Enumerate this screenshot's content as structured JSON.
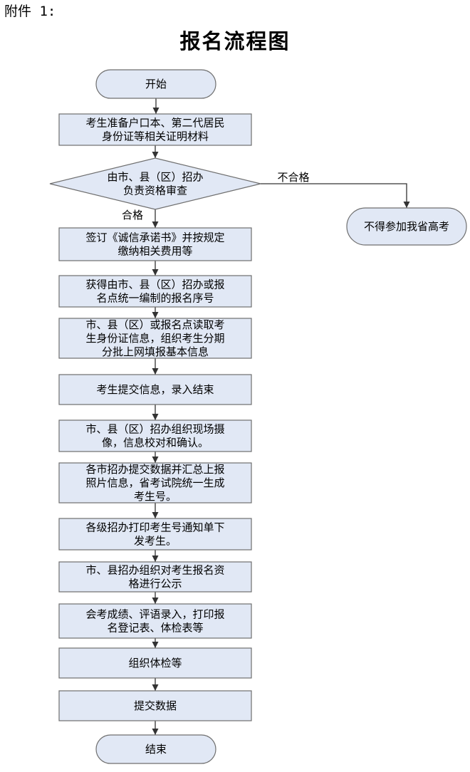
{
  "attachment_label": "附件 1:",
  "title": "报名流程图",
  "colors": {
    "node_fill": "#e1e8f5",
    "node_stroke": "#6f6f6f",
    "edge": "#333333"
  },
  "nodes": [
    {
      "id": "start",
      "shape": "terminal",
      "lines": [
        "开始"
      ]
    },
    {
      "id": "prepare",
      "shape": "process",
      "lines": [
        "考生准备户口本、第二代居民",
        "身份证等相关证明材料"
      ]
    },
    {
      "id": "review",
      "shape": "decision",
      "lines": [
        "由市、县（区）招办",
        "负责资格审查"
      ]
    },
    {
      "id": "reject",
      "shape": "terminal",
      "lines": [
        "不得参加我省高考"
      ]
    },
    {
      "id": "sign",
      "shape": "process",
      "lines": [
        "签订《诚信承诺书》并按规定",
        "缴纳相关费用等"
      ]
    },
    {
      "id": "number",
      "shape": "process",
      "lines": [
        "获得由市、县（区）招办或报",
        "名点统一编制的报名序号"
      ]
    },
    {
      "id": "read_id",
      "shape": "process",
      "lines": [
        "市、县（区）或报名点读取考",
        "生身份证信息，组织考生分期",
        "分批上网填报基本信息"
      ]
    },
    {
      "id": "submit_info",
      "shape": "process",
      "lines": [
        "考生提交信息，录入结束"
      ]
    },
    {
      "id": "photo",
      "shape": "process",
      "lines": [
        "市、县（区）招办组织现场摄",
        "像，信息校对和确认。"
      ]
    },
    {
      "id": "aggregate",
      "shape": "process",
      "lines": [
        "各市招办提交数据并汇总上报",
        "照片信息，省考试院统一生成",
        "考生号。"
      ]
    },
    {
      "id": "print_notice",
      "shape": "process",
      "lines": [
        "各级招办打印考生号通知单下",
        "发考生。"
      ]
    },
    {
      "id": "publicize",
      "shape": "process",
      "lines": [
        "市、县招办组织对考生报名资",
        "格进行公示"
      ]
    },
    {
      "id": "record",
      "shape": "process",
      "lines": [
        "会考成绩、评语录入，打印报",
        "名登记表、体检表等"
      ]
    },
    {
      "id": "physical",
      "shape": "process",
      "lines": [
        "组织体检等"
      ]
    },
    {
      "id": "submit_data",
      "shape": "process",
      "lines": [
        "提交数据"
      ]
    },
    {
      "id": "end",
      "shape": "terminal",
      "lines": [
        "结束"
      ]
    }
  ],
  "edges": [
    {
      "from": "start",
      "to": "prepare",
      "label": ""
    },
    {
      "from": "prepare",
      "to": "review",
      "label": ""
    },
    {
      "from": "review",
      "to": "reject",
      "label": "不合格"
    },
    {
      "from": "review",
      "to": "sign",
      "label": "合格"
    },
    {
      "from": "sign",
      "to": "number",
      "label": ""
    },
    {
      "from": "number",
      "to": "read_id",
      "label": ""
    },
    {
      "from": "read_id",
      "to": "submit_info",
      "label": ""
    },
    {
      "from": "submit_info",
      "to": "photo",
      "label": ""
    },
    {
      "from": "photo",
      "to": "aggregate",
      "label": ""
    },
    {
      "from": "aggregate",
      "to": "print_notice",
      "label": ""
    },
    {
      "from": "print_notice",
      "to": "publicize",
      "label": ""
    },
    {
      "from": "publicize",
      "to": "record",
      "label": ""
    },
    {
      "from": "record",
      "to": "physical",
      "label": ""
    },
    {
      "from": "physical",
      "to": "submit_data",
      "label": ""
    },
    {
      "from": "submit_data",
      "to": "end",
      "label": ""
    }
  ]
}
